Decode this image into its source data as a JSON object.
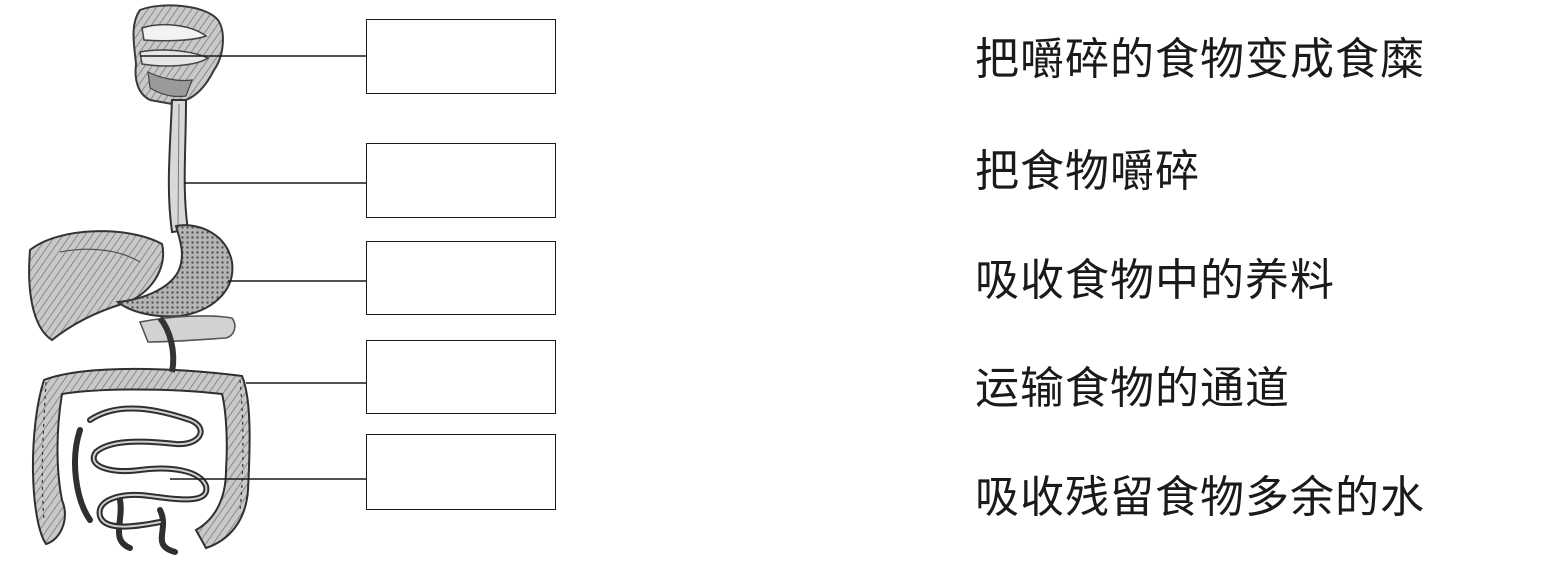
{
  "answer_boxes": [
    {
      "value": ""
    },
    {
      "value": ""
    },
    {
      "value": ""
    },
    {
      "value": ""
    },
    {
      "value": ""
    }
  ],
  "functions": [
    {
      "text": "把嚼碎的食物变成食糜"
    },
    {
      "text": "把食物嚼碎"
    },
    {
      "text": "吸收食物中的养料"
    },
    {
      "text": "运输食物的通道"
    },
    {
      "text": "吸收残留食物多余的水"
    }
  ],
  "colors": {
    "ink": "#1a1a1a",
    "organ_dark": "#5a5a5a",
    "organ_light": "#bdbdbd"
  }
}
